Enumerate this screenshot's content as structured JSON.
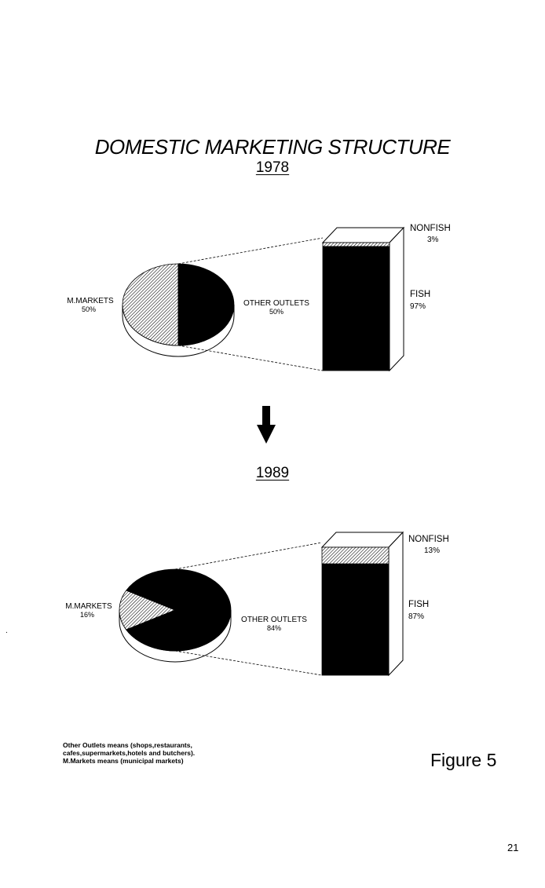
{
  "title": "DOMESTIC MARKETING STRUCTURE",
  "figure_label": "Figure 5",
  "page_number": "21",
  "stray_mark": ".",
  "footnote": [
    "Other Outlets means (shops,restaurants,",
    "cafes,supermarkets,hotels and butchers).",
    "M.Markets means (municipal markets)"
  ],
  "colors": {
    "ink": "#000000",
    "paper": "#ffffff"
  },
  "arrow_icon": "arrow-down-icon",
  "chart_data": [
    {
      "type": "pie",
      "year": "1978",
      "slices": [
        {
          "label": "M.MARKETS",
          "pct_label": "50%",
          "value": 50,
          "fill": "hatched"
        },
        {
          "label": "OTHER OUTLETS",
          "pct_label": "50%",
          "value": 50,
          "fill": "solid"
        }
      ],
      "breakdown": {
        "type": "stacked-bar",
        "of": "OTHER OUTLETS",
        "segments": [
          {
            "label": "NONFISH",
            "pct_label": "3%",
            "value": 3,
            "fill": "hatched"
          },
          {
            "label": "FISH",
            "pct_label": "97%",
            "value": 97,
            "fill": "solid"
          }
        ]
      }
    },
    {
      "type": "pie",
      "year": "1989",
      "slices": [
        {
          "label": "M.MARKETS",
          "pct_label": "16%",
          "value": 16,
          "fill": "hatched"
        },
        {
          "label": "OTHER OUTLETS",
          "pct_label": "84%",
          "value": 84,
          "fill": "solid"
        }
      ],
      "breakdown": {
        "type": "stacked-bar",
        "of": "OTHER OUTLETS",
        "segments": [
          {
            "label": "NONFISH",
            "pct_label": "13%",
            "value": 13,
            "fill": "hatched"
          },
          {
            "label": "FISH",
            "pct_label": "87%",
            "value": 87,
            "fill": "solid"
          }
        ]
      }
    }
  ]
}
